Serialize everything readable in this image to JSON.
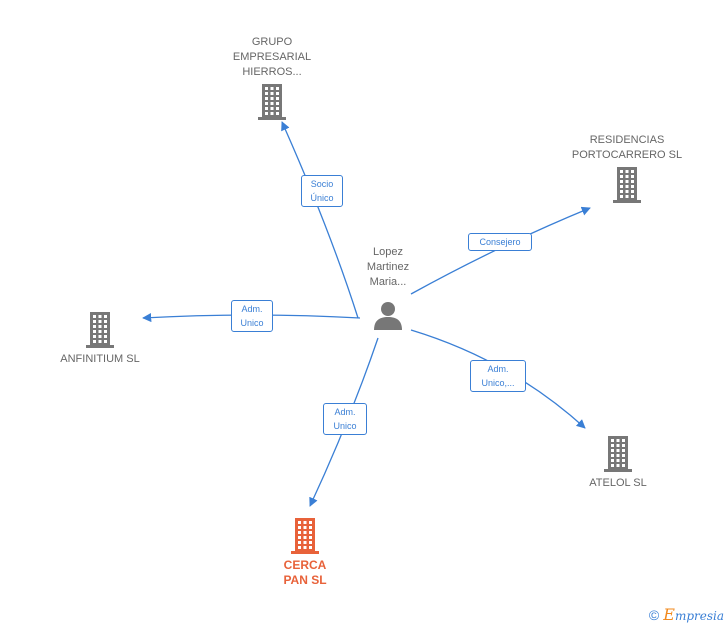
{
  "center": {
    "name": "Lopez\nMartinez\nMaria..."
  },
  "nodes": [
    {
      "id": "grupo",
      "name": "GRUPO\nEMPRESARIAL\nHIERROS...",
      "highlight": false
    },
    {
      "id": "residencias",
      "name": "RESIDENCIAS\nPORTOCARRERO SL",
      "highlight": false
    },
    {
      "id": "anfinitium",
      "name": "ANFINITIUM SL",
      "highlight": false
    },
    {
      "id": "atelol",
      "name": "ATELOL SL",
      "highlight": false
    },
    {
      "id": "cerca",
      "name": "CERCA\nPAN SL",
      "highlight": true
    }
  ],
  "edges": [
    {
      "to": "grupo",
      "label": "Socio\nÚnico"
    },
    {
      "to": "residencias",
      "label": "Consejero"
    },
    {
      "to": "anfinitium",
      "label": "Adm.\nUnico"
    },
    {
      "to": "atelol",
      "label": "Adm.\nUnico,..."
    },
    {
      "to": "cerca",
      "label": "Adm.\nUnico"
    }
  ],
  "colors": {
    "edge": "#3a7fd5",
    "building": "#777777",
    "building_highlight": "#e8623a",
    "person": "#777777"
  },
  "footer": {
    "copyright": "©",
    "brand_first": "E",
    "brand_rest": "mpresia"
  }
}
